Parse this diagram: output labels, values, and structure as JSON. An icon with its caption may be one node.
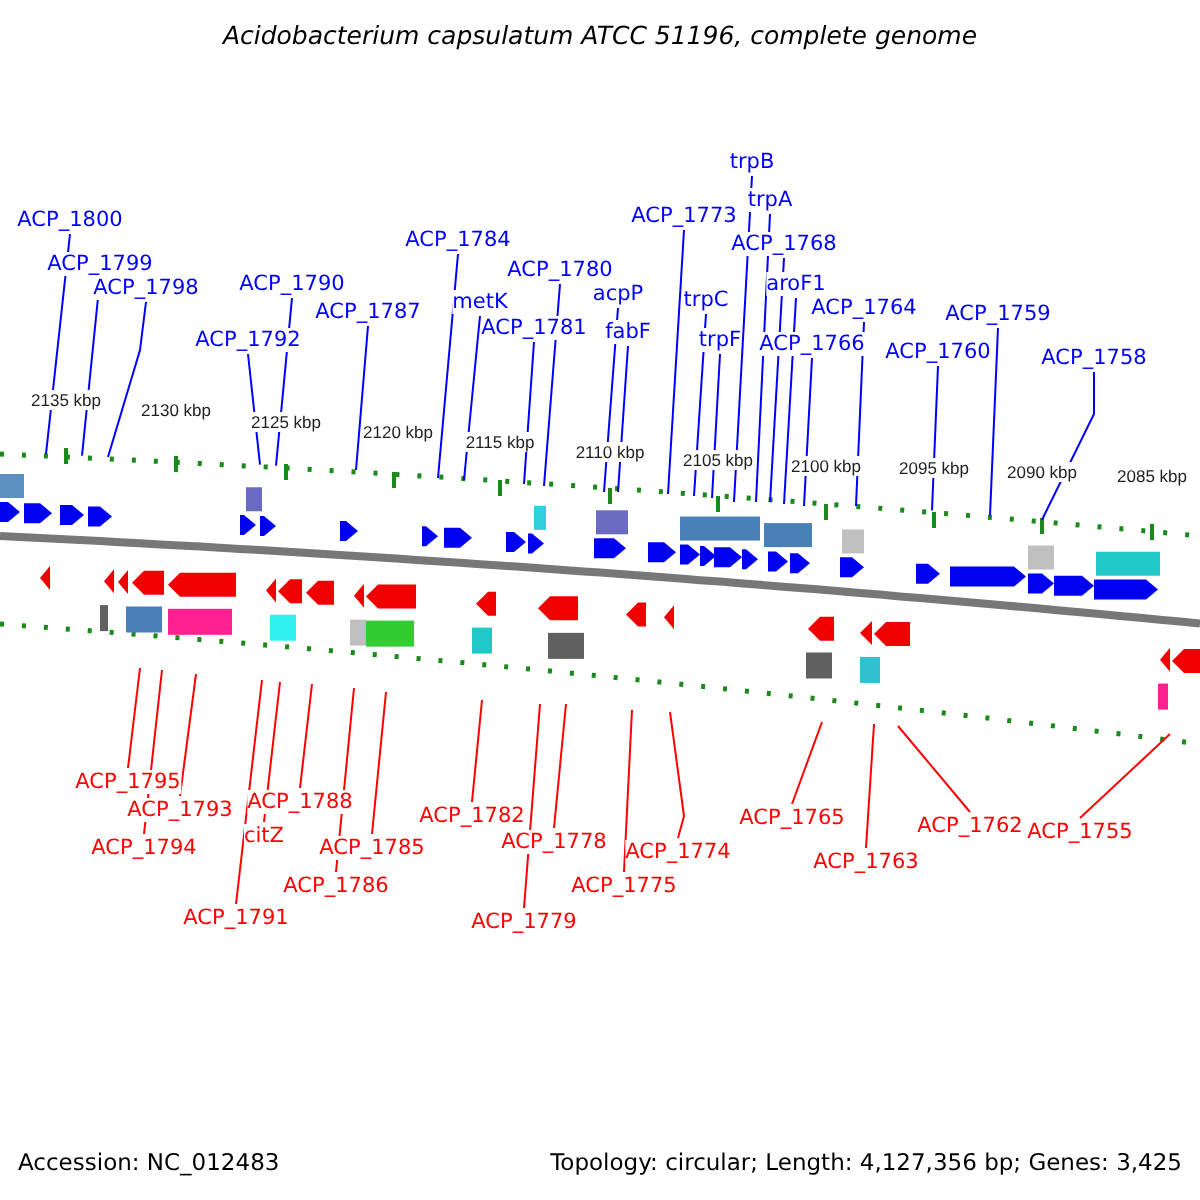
{
  "diagram": {
    "title": "Acidobacterium capsulatum ATCC 51196, complete genome",
    "nodes": [
      {
        "text": [
          "ACP_1800"
        ]
      },
      {
        "text": [
          "ACP_1799"
        ]
      },
      {
        "text": [
          "ACP_1798"
        ]
      },
      {
        "text": [
          "ACP_1790"
        ]
      },
      {
        "text": [
          "ACP_1792"
        ]
      },
      {
        "text": [
          "ACP_1787"
        ]
      },
      {
        "text": [
          "ACP_1784"
        ]
      },
      {
        "text": [
          "metK"
        ]
      },
      {
        "text": [
          "ACP_1781"
        ]
      },
      {
        "text": [
          "ACP_1780"
        ]
      },
      {
        "text": [
          "acpP"
        ]
      },
      {
        "text": [
          "fabF"
        ]
      },
      {
        "text": [
          "ACP_1773"
        ]
      },
      {
        "text": [
          "trpC"
        ]
      },
      {
        "text": [
          "trpF"
        ]
      },
      {
        "text": [
          "trpB"
        ]
      },
      {
        "text": [
          "trpA"
        ]
      },
      {
        "text": [
          "ACP_1768"
        ]
      },
      {
        "text": [
          "aroF1"
        ]
      },
      {
        "text": [
          "ACP_1766"
        ]
      },
      {
        "text": [
          "ACP_1764"
        ]
      },
      {
        "text": [
          "ACP_1760"
        ]
      },
      {
        "text": [
          "ACP_1759"
        ]
      },
      {
        "text": [
          "ACP_1758"
        ]
      },
      {
        "text": [
          "ACP_1795"
        ]
      },
      {
        "text": [
          "ACP_1793"
        ]
      },
      {
        "text": [
          "ACP_1794"
        ]
      },
      {
        "text": [
          "ACP_1791"
        ]
      },
      {
        "text": [
          "citZ"
        ]
      },
      {
        "text": [
          "ACP_1788"
        ]
      },
      {
        "text": [
          "ACP_1786"
        ]
      },
      {
        "text": [
          "ACP_1785"
        ]
      },
      {
        "text": [
          "ACP_1782"
        ]
      },
      {
        "text": [
          "ACP_1779"
        ]
      },
      {
        "text": [
          "ACP_1778"
        ]
      },
      {
        "text": [
          "ACP_1775"
        ]
      },
      {
        "text": [
          "ACP_1774"
        ]
      },
      {
        "text": [
          "ACP_1765"
        ]
      },
      {
        "text": [
          "ACP_1763"
        ]
      },
      {
        "text": [
          "ACP_1762"
        ]
      },
      {
        "text": [
          "ACP_1755"
        ]
      }
    ],
    "edges": [
      {
        "from": 0,
        "to": null,
        "arrow": "none"
      },
      {
        "from": 1,
        "to": null,
        "arrow": "none"
      },
      {
        "from": 2,
        "to": null,
        "arrow": "none"
      },
      {
        "from": 3,
        "to": null,
        "arrow": "none"
      },
      {
        "from": 4,
        "to": null,
        "arrow": "none"
      },
      {
        "from": 5,
        "to": null,
        "arrow": "none"
      },
      {
        "from": 6,
        "to": null,
        "arrow": "none"
      },
      {
        "from": 7,
        "to": null,
        "arrow": "none"
      },
      {
        "from": 8,
        "to": null,
        "arrow": "none"
      },
      {
        "from": 9,
        "to": null,
        "arrow": "none"
      },
      {
        "from": 10,
        "to": null,
        "arrow": "none"
      },
      {
        "from": 11,
        "to": null,
        "arrow": "none"
      },
      {
        "from": 12,
        "to": null,
        "arrow": "none"
      },
      {
        "from": 13,
        "to": null,
        "arrow": "none"
      },
      {
        "from": 14,
        "to": null,
        "arrow": "none"
      },
      {
        "from": 15,
        "to": null,
        "arrow": "none"
      },
      {
        "from": 16,
        "to": null,
        "arrow": "none"
      },
      {
        "from": 17,
        "to": null,
        "arrow": "none"
      },
      {
        "from": 18,
        "to": null,
        "arrow": "none"
      },
      {
        "from": 19,
        "to": null,
        "arrow": "none"
      },
      {
        "from": 20,
        "to": null,
        "arrow": "none"
      },
      {
        "from": 21,
        "to": null,
        "arrow": "none"
      },
      {
        "from": 22,
        "to": null,
        "arrow": "none"
      },
      {
        "from": 23,
        "to": null,
        "arrow": "none"
      },
      {
        "from": 24,
        "to": null,
        "arrow": "none",
        "color": "#ff0000"
      },
      {
        "from": 25,
        "to": null,
        "arrow": "none",
        "color": "#ff0000"
      },
      {
        "from": 26,
        "to": null,
        "arrow": "none",
        "color": "#ff0000"
      },
      {
        "from": 27,
        "to": null,
        "arrow": "none",
        "color": "#ff0000"
      },
      {
        "from": 28,
        "to": null,
        "arrow": "none",
        "color": "#ff0000"
      },
      {
        "from": 29,
        "to": null,
        "arrow": "none",
        "color": "#ff0000"
      },
      {
        "from": 30,
        "to": null,
        "arrow": "none",
        "color": "#ff0000"
      },
      {
        "from": 31,
        "to": null,
        "arrow": "none",
        "color": "#ff0000"
      },
      {
        "from": 32,
        "to": null,
        "arrow": "none",
        "color": "#ff0000"
      },
      {
        "from": 33,
        "to": null,
        "arrow": "none",
        "color": "#ff0000"
      },
      {
        "from": 34,
        "to": null,
        "arrow": "none",
        "color": "#ff0000"
      },
      {
        "from": 35,
        "to": null,
        "arrow": "none",
        "color": "#ff0000"
      },
      {
        "from": 36,
        "to": null,
        "arrow": "none",
        "color": "#ff0000"
      },
      {
        "from": 37,
        "to": null,
        "arrow": "none",
        "color": "#ff0000"
      },
      {
        "from": 38,
        "to": null,
        "arrow": "none",
        "color": "#ff0000"
      },
      {
        "from": 39,
        "to": null,
        "arrow": "none",
        "color": "#ff0000"
      },
      {
        "from": 40,
        "to": null,
        "arrow": "none",
        "color": "#ff0000"
      }
    ],
    "labels": [
      "2135 kbp",
      "2130 kbp",
      "2125 kbp",
      "2120 kbp",
      "2115 kbp",
      "2110 kbp",
      "2105 kbp",
      "2100 kbp",
      "2095 kbp",
      "2090 kbp",
      "2085 kbp",
      "Accession: NC_012483",
      "Topology: circular; Length: 4,127,356 bp; Genes: 3,425"
    ]
  }
}
